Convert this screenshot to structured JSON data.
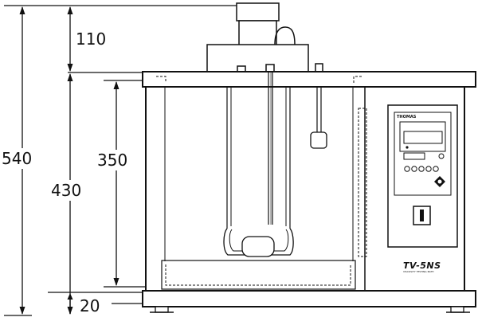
{
  "dimensions": {
    "total_height": "540",
    "top_height": "110",
    "body_height": "430",
    "bath_height": "350",
    "foot_height": "20"
  },
  "panel": {
    "brand": "THOMAS",
    "model": "TV-5NS",
    "subtitle": "VISCOSITY TESTING BATH"
  }
}
